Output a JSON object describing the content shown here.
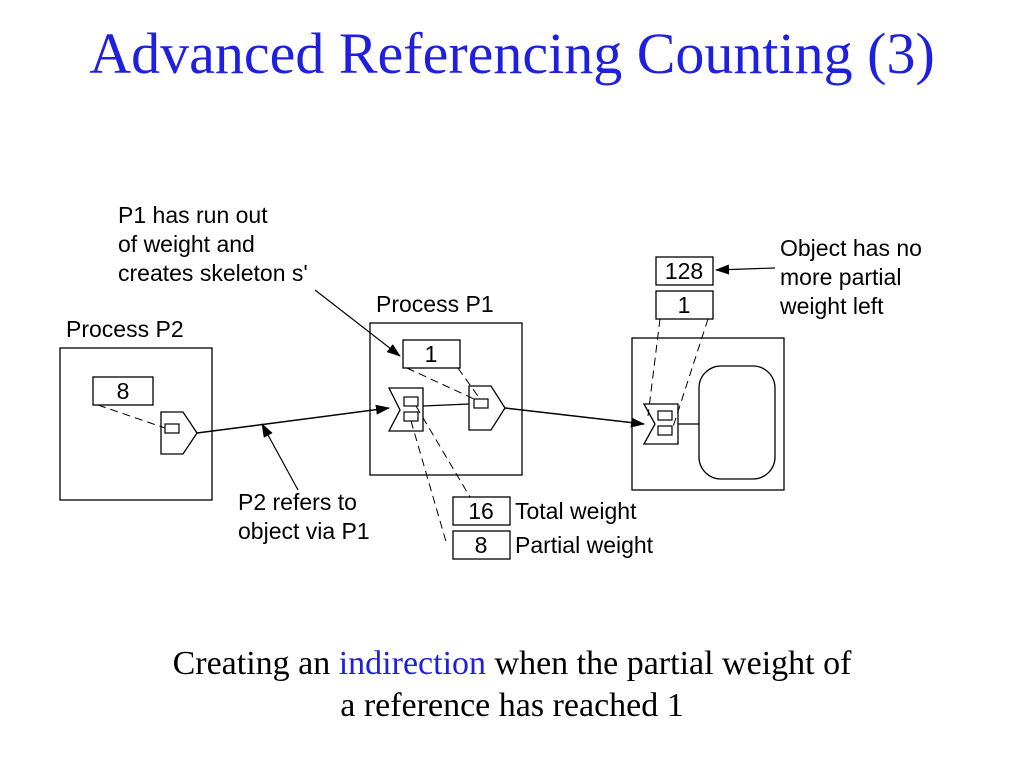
{
  "title": "Advanced Referencing Counting (3)",
  "diagram": {
    "annotation_p1": [
      "P1 has run out",
      "of weight and",
      "creates skeleton s'"
    ],
    "label_p1": "Process P1",
    "label_p2": "Process P2",
    "annotation_object": [
      "Object has no",
      "more partial",
      "weight left"
    ],
    "annotation_p2": [
      "P2 refers to",
      "object via P1"
    ],
    "p1_skeleton_weight": "1",
    "p2_proxy_weight": "8",
    "object_total_weight": "128",
    "object_partial_weight": "1",
    "skeleton_total_weight": "16",
    "skeleton_partial_weight": "8",
    "legend_total": "Total weight",
    "legend_partial": "Partial weight"
  },
  "caption": {
    "line1_before": "Creating an ",
    "line1_highlight": "indirection",
    "line1_after": " when the partial weight of",
    "line2": "a reference has reached 1"
  },
  "colors": {
    "title": "#1f1fe0",
    "highlight": "#1f1fe0",
    "lines": "#000000"
  }
}
